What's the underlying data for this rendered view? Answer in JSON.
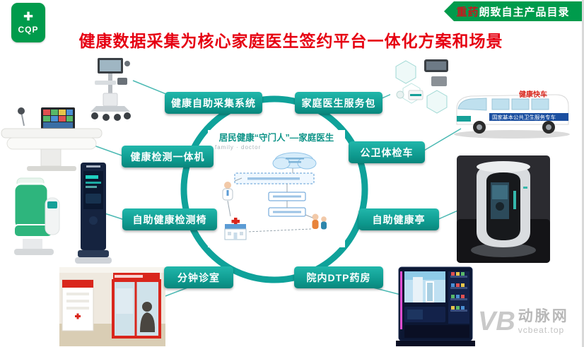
{
  "slide": {
    "title": "健康数据采集为核心家庭医生签约平台一体化方案和场景"
  },
  "logo": {
    "text": "CQP",
    "cross": "✚"
  },
  "ribbon": {
    "prefix": "重药",
    "rest": "朗致自主产品目录"
  },
  "center": {
    "heading": "居民健康“守门人”—家庭医生",
    "subtext": "family · doctor"
  },
  "nodes": [
    {
      "label": "健康自助采集系统"
    },
    {
      "label": "家庭医生服务包"
    },
    {
      "label": "健康检测一体机"
    },
    {
      "label": "公卫体检车"
    },
    {
      "label": "自助健康检测椅"
    },
    {
      "label": "自助健康亭"
    },
    {
      "label": "分钟诊室"
    },
    {
      "label": "院内DTP药房"
    }
  ],
  "van": {
    "name": "健康快车",
    "banner": "国家基本公共卫生服务专车"
  },
  "watermark": {
    "glyph": "VB",
    "name": "动脉网",
    "url": "vcbeat.top"
  },
  "colors": {
    "teal": "#0fa29a",
    "title_red": "#e60012",
    "green": "#009b4c",
    "clinic_red": "#d9261c"
  }
}
